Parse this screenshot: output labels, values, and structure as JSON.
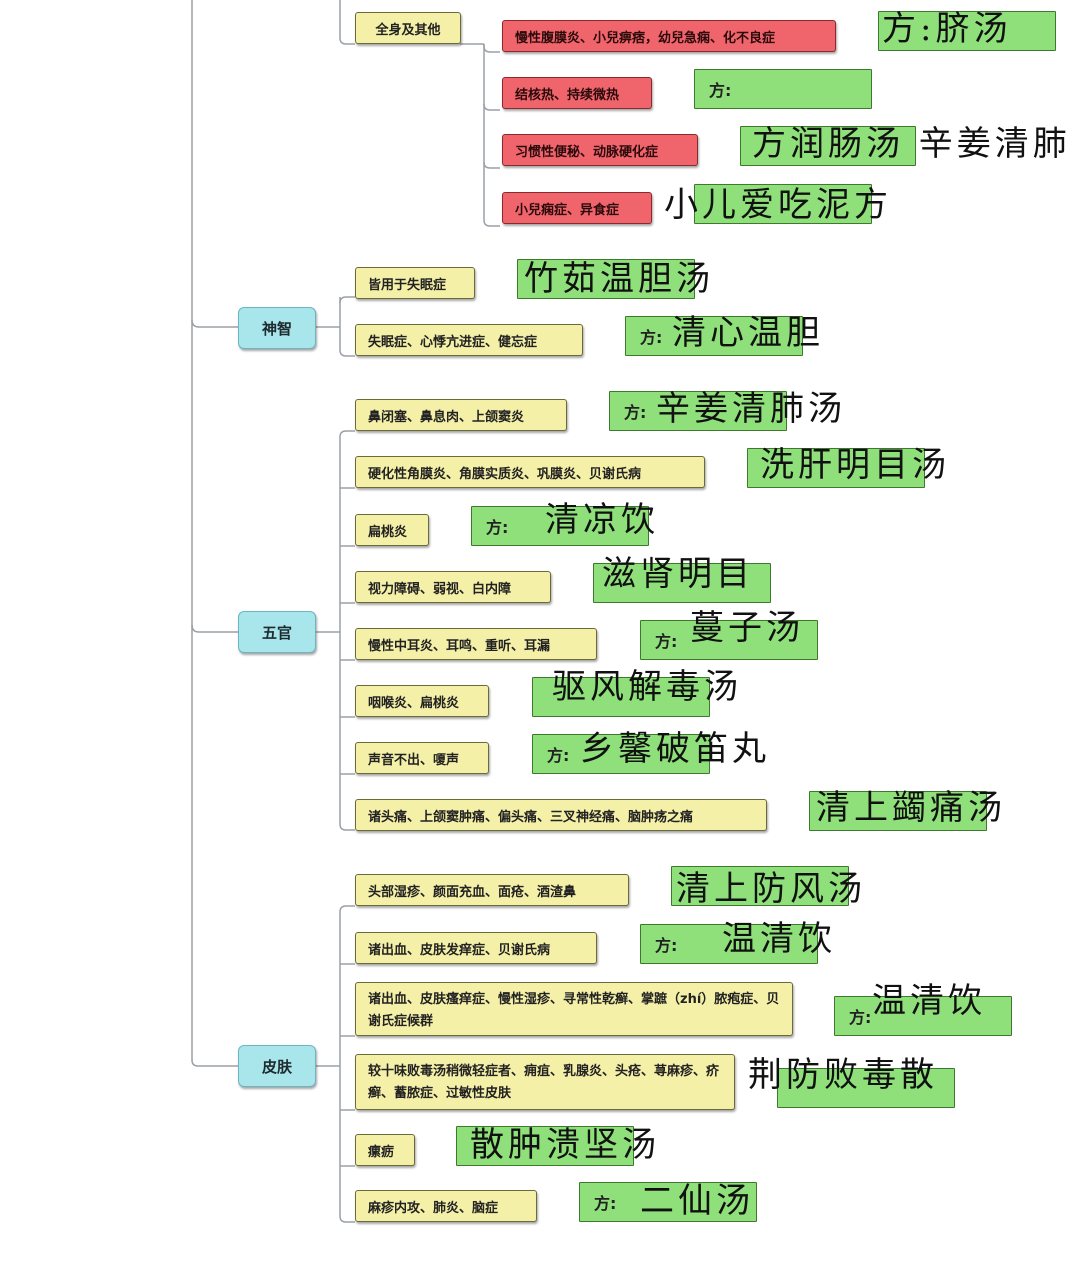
{
  "categories": {
    "top": "",
    "shenzhi": "神智",
    "wuguan": "五官",
    "pifu": "皮肤"
  },
  "top_group": {
    "root": "全身及其他",
    "items": [
      {
        "symptom": "慢性腹膜炎、小兒痹痞，幼兒急痫、化不良症",
        "formula_box": "",
        "handwriting": "方:脐汤"
      },
      {
        "symptom": "结核热、持续微热",
        "formula_box": "方:",
        "handwriting": ""
      },
      {
        "symptom": "习惯性便秘、动脉硬化症",
        "formula_box": "",
        "handwriting": "方润肠汤 辛姜清肺"
      },
      {
        "symptom": "小兒痫症、异食症",
        "formula_box": "",
        "handwriting": "小儿爱吃泥方"
      }
    ]
  },
  "shenzhi_group": [
    {
      "symptom": "皆用于失眠症",
      "formula_box": "",
      "handwriting": "竹茹温胆汤"
    },
    {
      "symptom": "失眠症、心悸亢进症、健忘症",
      "formula_box": "方:",
      "handwriting": "清心温胆"
    }
  ],
  "wuguan_group": [
    {
      "symptom": "鼻闭塞、鼻息肉、上颌窦炎",
      "formula_box": "方:",
      "handwriting": "辛姜清肺汤"
    },
    {
      "symptom": "硬化性角膜炎、角膜实质炎、巩膜炎、贝谢氏病",
      "formula_box": "",
      "handwriting": "洗肝明目汤"
    },
    {
      "symptom": "扁桃炎",
      "formula_box": "方:",
      "handwriting": "清凉饮"
    },
    {
      "symptom": "视力障碍、弱视、白内障",
      "formula_box": "",
      "handwriting": "滋肾明目"
    },
    {
      "symptom": "慢性中耳炎、耳鸣、重听、耳漏",
      "formula_box": "方:",
      "handwriting": "蔓子汤"
    },
    {
      "symptom": "咽喉炎、扁桃炎",
      "formula_box": "",
      "handwriting": "驱风解毒汤"
    },
    {
      "symptom": "声音不出、嗄声",
      "formula_box": "方:",
      "handwriting": "乡馨破笛丸"
    },
    {
      "symptom": "诸头痛、上颌窦肿痛、偏头痛、三叉神经痛、脑肿疡之痛",
      "formula_box": "",
      "handwriting": "清上蠲痛汤"
    }
  ],
  "pifu_group": [
    {
      "symptom": "头部湿疹、颜面充血、面疮、酒渣鼻",
      "formula_box": "",
      "handwriting": "清上防风汤"
    },
    {
      "symptom": "诸出血、皮肤发痒症、贝谢氏病",
      "formula_box": "方:",
      "handwriting": "温清饮"
    },
    {
      "symptom": "诸出血、皮肤瘙痒症、慢性湿疹、寻常性乾癣、掌蹠（zhí）脓疱症、贝谢氏症候群",
      "formula_box": "方:",
      "handwriting": "温清饮"
    },
    {
      "symptom": "较十味败毒汤稍微轻症者、痈疽、乳腺炎、头疮、荨麻疹、疥癣、蓄脓症、过敏性皮肤",
      "formula_box": "",
      "handwriting": "荆防败毒散"
    },
    {
      "symptom": "瘰疬",
      "formula_box": "",
      "handwriting": "散肿溃坚汤"
    },
    {
      "symptom": "麻疹内攻、肺炎、脑症",
      "formula_box": "方:",
      "handwriting": "二仙汤"
    }
  ],
  "colors": {
    "category_fill": "#a8e6ec",
    "symptom_fill": "#f5f0a8",
    "red_symptom_fill": "#f0646c",
    "formula_fill": "#8fe07a",
    "line": "#9aa0a6"
  }
}
